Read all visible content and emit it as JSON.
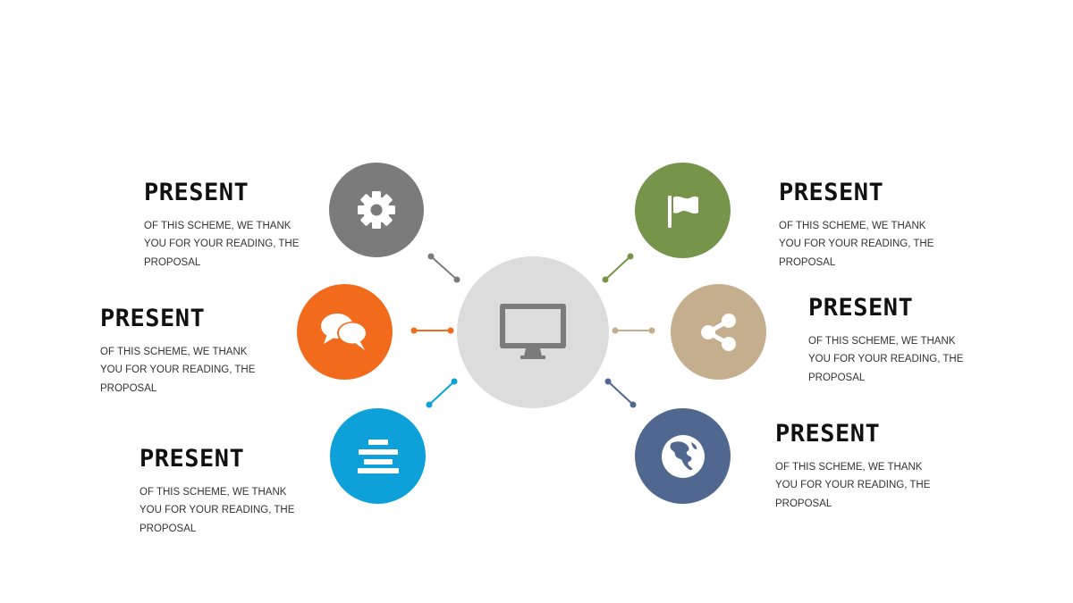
{
  "center": {
    "color": "#dcdcdc",
    "icon": "monitor-icon",
    "icon_color": "#7b7b7b"
  },
  "items": [
    {
      "title": "PRESENT",
      "desc": "OF THIS SCHEME, WE THANK YOU FOR YOUR READING, THE PROPOSAL",
      "color": "#7b7b7b",
      "icon": "gear-icon"
    },
    {
      "title": "PRESENT",
      "desc": "OF THIS SCHEME, WE THANK YOU FOR YOUR READING, THE PROPOSAL",
      "color": "#f26b1d",
      "icon": "speech-bubbles-icon"
    },
    {
      "title": "PRESENT",
      "desc": "OF THIS SCHEME, WE THANK YOU FOR YOUR READING, THE PROPOSAL",
      "color": "#0ea0d8",
      "icon": "stacked-bars-icon"
    },
    {
      "title": "PRESENT",
      "desc": "OF THIS SCHEME, WE THANK YOU FOR YOUR READING, THE PROPOSAL",
      "color": "#76954a",
      "icon": "flag-icon"
    },
    {
      "title": "PRESENT",
      "desc": "OF THIS SCHEME, WE THANK YOU FOR YOUR READING, THE PROPOSAL",
      "color": "#c4ae8e",
      "icon": "share-icon"
    },
    {
      "title": "PRESENT",
      "desc": "OF THIS SCHEME, WE THANK YOU FOR YOUR READING, THE PROPOSAL",
      "color": "#50688f",
      "icon": "globe-icon"
    }
  ]
}
